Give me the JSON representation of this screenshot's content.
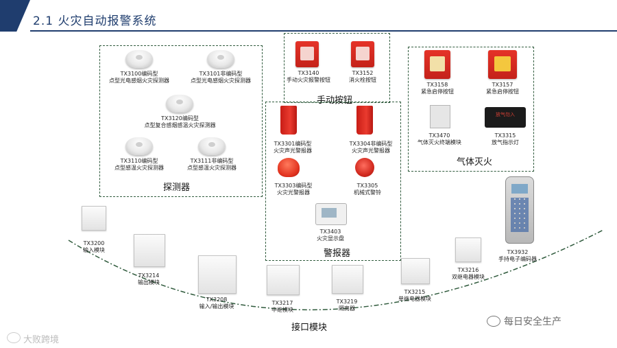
{
  "header": {
    "title": "2.1 火灾自动报警系统"
  },
  "groups": {
    "detectors": "探测器",
    "manual": "手动按钮",
    "gas": "气体灭火",
    "alarms": "警报器",
    "interface": "接口模块"
  },
  "devices": {
    "tx3100": {
      "model": "TX3100编码型",
      "desc": "点型光电感烟火灾探测器"
    },
    "tx3101": {
      "model": "TX3101非编码型",
      "desc": "点型光电感烟火灾探测器"
    },
    "tx3120": {
      "model": "TX3120编码型",
      "desc": "点型复合感烟感温火灾探测器"
    },
    "tx3110": {
      "model": "TX3110编码型",
      "desc": "点型感温火灾探测器"
    },
    "tx3111": {
      "model": "TX3111非编码型",
      "desc": "点型感温火灾探测器"
    },
    "tx3140": {
      "model": "TX3140",
      "desc": "手动火灾报警按钮"
    },
    "tx3152": {
      "model": "TX3152",
      "desc": "消火栓按钮"
    },
    "tx3158": {
      "model": "TX3158",
      "desc": "紧急启停按钮"
    },
    "tx3157": {
      "model": "TX3157",
      "desc": "紧急启停按钮"
    },
    "tx3470": {
      "model": "TX3470",
      "desc": "气体灭火终端模块"
    },
    "tx3315": {
      "model": "TX3315",
      "desc": "放气指示灯"
    },
    "tx3301": {
      "model": "TX3301编码型",
      "desc": "火灾声光警报器"
    },
    "tx3304": {
      "model": "TX3304非编码型",
      "desc": "火灾声光警报器"
    },
    "tx3303": {
      "model": "TX3303编码型",
      "desc": "火灾光警报器"
    },
    "tx3305": {
      "model": "TX3305",
      "desc": "机械式警铃"
    },
    "tx3403": {
      "model": "TX3403",
      "desc": "火灾显示盘"
    },
    "tx3200": {
      "model": "TX3200",
      "desc": "输入模块"
    },
    "tx3214": {
      "model": "TX3214",
      "desc": "输出模块"
    },
    "tx3208": {
      "model": "TX3208",
      "desc": "输入/输出模块"
    },
    "tx3217": {
      "model": "TX3217",
      "desc": "中继模块"
    },
    "tx3219": {
      "model": "TX3219",
      "desc": "隔离器"
    },
    "tx3215": {
      "model": "TX3215",
      "desc": "单继电器模块"
    },
    "tx3216": {
      "model": "TX3216",
      "desc": "双继电器模块"
    },
    "tx3932": {
      "model": "TX3932",
      "desc": "手持电子编码器"
    }
  },
  "sign_text": "放气勿入",
  "watermark": {
    "right": "每日安全生产",
    "left": "大败跨境"
  },
  "colors": {
    "brand": "#1f3d6e",
    "dashed_border": "#2f5a3c",
    "device_red": "#e03328"
  }
}
